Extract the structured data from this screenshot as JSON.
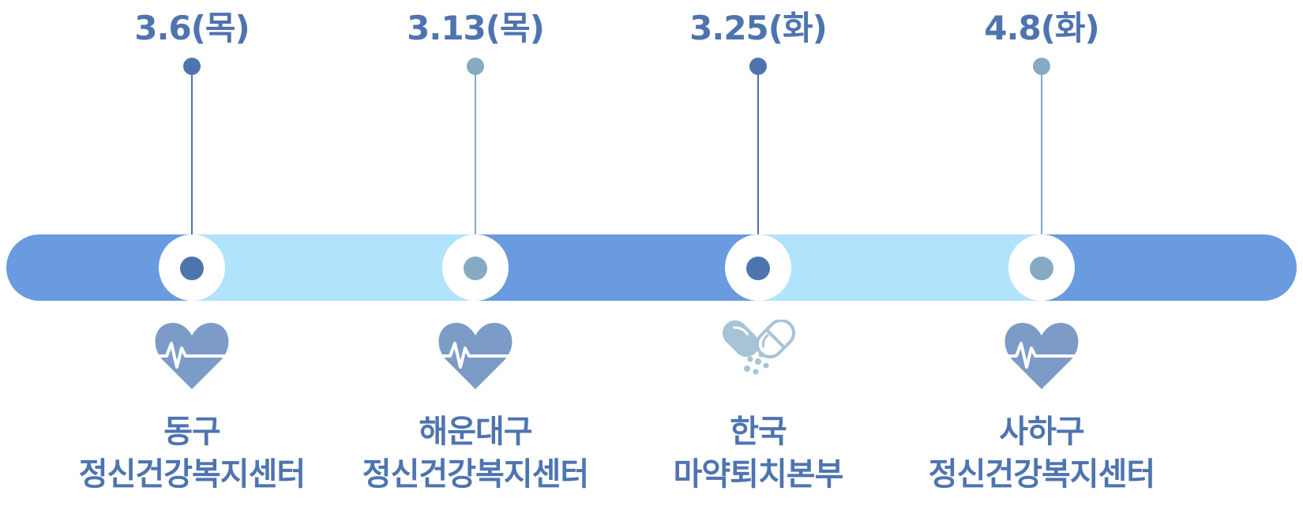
{
  "colors": {
    "primary": "#4e74b0",
    "secondary": "#86aac3",
    "track_dark": "#6a9ae0",
    "track_light": "#b2e3fc",
    "heart_fill": "#7c9bc7",
    "pill_fill": "#a6c4d6"
  },
  "milestones": [
    {
      "date": "3.6(목)",
      "label_line1": "동구",
      "label_line2": "정신건강복지센터",
      "icon": "heart-pulse-icon",
      "accent": "primary"
    },
    {
      "date": "3.13(목)",
      "label_line1": "해운대구",
      "label_line2": "정신건강복지센터",
      "icon": "heart-pulse-icon",
      "accent": "secondary"
    },
    {
      "date": "3.25(화)",
      "label_line1": "한국",
      "label_line2": "마약퇴치본부",
      "icon": "pill-capsule-icon",
      "accent": "primary"
    },
    {
      "date": "4.8(화)",
      "label_line1": "사하구",
      "label_line2": "정신건강복지센터",
      "icon": "heart-pulse-icon",
      "accent": "secondary"
    }
  ]
}
